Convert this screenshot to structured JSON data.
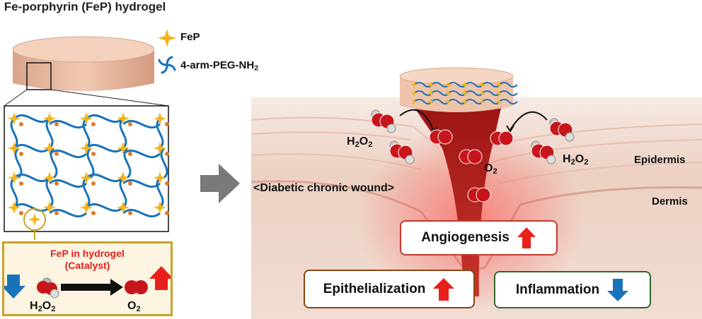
{
  "left_panel": {
    "title": "Fe-porphyrin (FeP) hydrogel",
    "legend": [
      {
        "label": "FeP",
        "color": "#f3b51e",
        "icon": "star-icon"
      },
      {
        "label_main": "4-arm-PEG-NH",
        "label_sub": "2",
        "color": "#1a73b8",
        "icon": "pinwheel-icon"
      }
    ],
    "inset": {
      "title_line1": "FeP in hydrogel",
      "title_line2": "(Catalyst)",
      "reactant": {
        "main": "H",
        "sub": "2",
        "main2": "O",
        "sub2": "2"
      },
      "product": {
        "main": "O",
        "sub": "2"
      }
    }
  },
  "right_panel": {
    "wound_label": "<Diabetic chronic wound>",
    "layer_labels": [
      "Epidermis",
      "Dermis"
    ],
    "molecule_labels": [
      {
        "main": "H",
        "sub": "2",
        "main2": "O",
        "sub2": "2"
      },
      {
        "main": "O",
        "sub": "2"
      },
      {
        "main": "H",
        "sub": "2",
        "main2": "O",
        "sub2": "2"
      }
    ],
    "effects": [
      {
        "label": "Angiogenesis",
        "direction": "up",
        "border": "#c0392b",
        "arrow_color": "#e8201a"
      },
      {
        "label": "Epithelialization",
        "direction": "up",
        "border": "#8b4513",
        "arrow_color": "#e8201a"
      },
      {
        "label": "Inflammation",
        "direction": "down",
        "border": "#2e6b2e",
        "arrow_color": "#1a73b8"
      }
    ]
  },
  "colors": {
    "fep_star": "#f3b51e",
    "peg": "#1a73b8",
    "oxygen": "#c8151b",
    "gold": "#c9a227"
  }
}
